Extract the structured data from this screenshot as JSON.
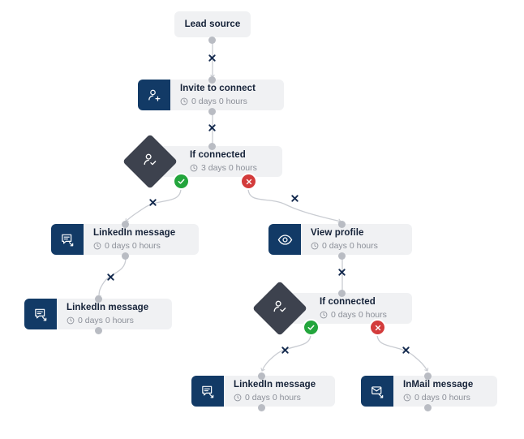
{
  "canvas": {
    "background": "#ffffff",
    "node_fill": "#f0f1f3",
    "icon_fill": "#123a66",
    "diamond_fill": "#3d424e",
    "edge_color": "#c9ccd2",
    "port_color": "#b9bcc3",
    "title_color": "#152238",
    "sub_color": "#8b8f98",
    "badge_yes_color": "#23a53c",
    "badge_no_color": "#d33b3b",
    "xmark_color": "#142a4e"
  },
  "nodes": [
    {
      "id": "lead-source",
      "title": "Lead source",
      "duration": "",
      "icon": "none",
      "shape": "rounded-rect"
    },
    {
      "id": "invite-to-connect",
      "title": "Invite to connect",
      "duration": "0 days 0 hours",
      "icon": "person-plus-icon",
      "shape": "rounded-rect"
    },
    {
      "id": "if-connected-1",
      "title": "If connected",
      "duration": "3 days 0 hours",
      "icon": "person-check-icon",
      "shape": "diamond"
    },
    {
      "id": "linkedin-message-1",
      "title": "LinkedIn message",
      "duration": "0 days 0 hours",
      "icon": "message-arrow-icon",
      "shape": "rounded-rect"
    },
    {
      "id": "linkedin-message-2",
      "title": "LinkedIn message",
      "duration": "0 days 0 hours",
      "icon": "message-arrow-icon",
      "shape": "rounded-rect"
    },
    {
      "id": "view-profile",
      "title": "View profile",
      "duration": "0 days 0 hours",
      "icon": "eye-icon",
      "shape": "rounded-rect"
    },
    {
      "id": "if-connected-2",
      "title": "If connected",
      "duration": "0 days 0 hours",
      "icon": "person-check-icon",
      "shape": "diamond"
    },
    {
      "id": "linkedin-message-3",
      "title": "LinkedIn message",
      "duration": "0 days 0 hours",
      "icon": "message-arrow-icon",
      "shape": "rounded-rect"
    },
    {
      "id": "inmail-message",
      "title": "InMail message",
      "duration": "0 days 0 hours",
      "icon": "envelope-arrow-icon",
      "shape": "rounded-rect"
    }
  ],
  "branch_badges": [
    {
      "parent": "if-connected-1",
      "type": "yes",
      "glyph": "check"
    },
    {
      "parent": "if-connected-1",
      "type": "no",
      "glyph": "cross"
    },
    {
      "parent": "if-connected-2",
      "type": "yes",
      "glyph": "check"
    },
    {
      "parent": "if-connected-2",
      "type": "no",
      "glyph": "cross"
    }
  ],
  "edges": [
    {
      "from": "lead-source",
      "to": "invite-to-connect",
      "marker": "x"
    },
    {
      "from": "invite-to-connect",
      "to": "if-connected-1",
      "marker": "x"
    },
    {
      "from": "if-connected-1",
      "to": "linkedin-message-1",
      "marker": "x",
      "branch": "yes"
    },
    {
      "from": "if-connected-1",
      "to": "view-profile",
      "marker": "x",
      "branch": "no"
    },
    {
      "from": "linkedin-message-1",
      "to": "linkedin-message-2",
      "marker": "x"
    },
    {
      "from": "view-profile",
      "to": "if-connected-2",
      "marker": "x"
    },
    {
      "from": "if-connected-2",
      "to": "linkedin-message-3",
      "marker": "x",
      "branch": "yes"
    },
    {
      "from": "if-connected-2",
      "to": "inmail-message",
      "marker": "x",
      "branch": "no"
    }
  ]
}
